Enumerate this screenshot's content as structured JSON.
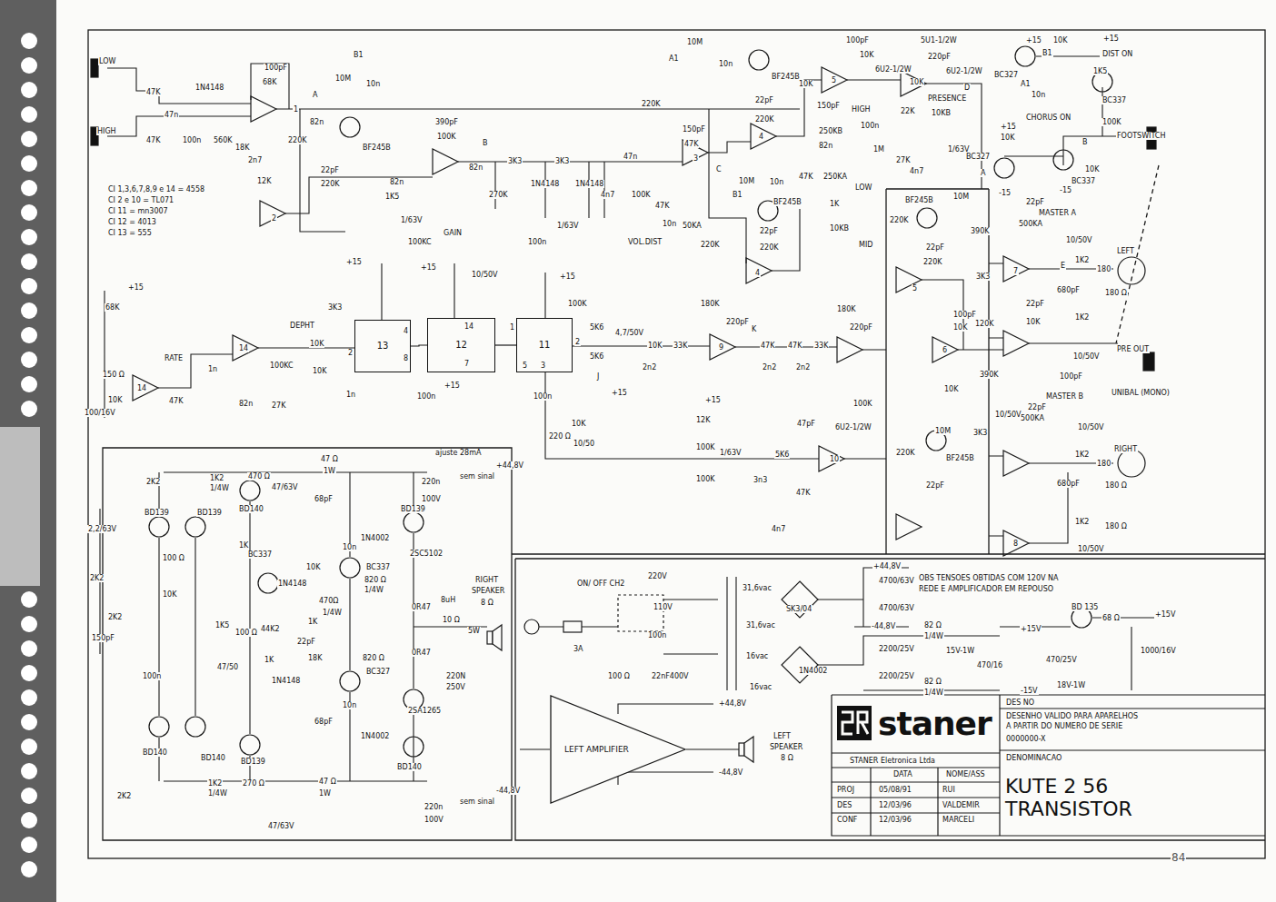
{
  "diagram": {
    "nodes": [
      {
        "text": [
          "13"
        ]
      },
      {
        "text": [
          "12"
        ]
      },
      {
        "text": [
          "11"
        ]
      },
      {
        "text": [
          "LEFT AMPLIFIER"
        ]
      },
      {
        "text": [
          "staner"
        ]
      },
      {
        "text": [
          "KUTE 2 56 TRANSISTOR"
        ]
      }
    ],
    "edges": [
      {
        "from": 0,
        "to": 1,
        "arrow": "none"
      },
      {
        "from": 1,
        "to": 2,
        "arrow": "none"
      }
    ],
    "labels": [
      "LOW",
      "HIGH",
      "47K",
      "47K",
      "47n",
      "1N4148",
      "100n",
      "560K",
      "18K",
      "2n7",
      "12K",
      "100pF",
      "68K",
      "1",
      "A",
      "B1",
      "10M",
      "10n",
      "82n",
      "BF245B",
      "220K",
      "22pF",
      "220K",
      "2",
      "CI 1,3,6,7,8,9 e 14 = 4558",
      "CI 2 e 10 = TL071",
      "CI 11 = mn3007",
      "CI 12 = 4013",
      "CI 13 = 555",
      "390pF",
      "100K",
      "B",
      "82n",
      "1K5",
      "82n",
      "1/63V",
      "100KC",
      "GAIN",
      "3K3",
      "3K3",
      "270K",
      "1N4148",
      "1N4148",
      "4n7",
      "100n",
      "1/63V",
      "47n",
      "220K",
      "150pF",
      "47K",
      "3",
      "C",
      "100K",
      "47K",
      "10n",
      "50KA",
      "VOL.DIST",
      "B1",
      "10M",
      "BF245B",
      "10n",
      "22pF",
      "220K",
      "4",
      "220K",
      "A1",
      "10M",
      "10n",
      "BF245B",
      "22pF",
      "220K",
      "4",
      "10K",
      "47K",
      "100pF",
      "10K",
      "5",
      "5U1-1/2W",
      "220pF",
      "6U2-1/2W",
      "6U2-1/2W",
      "10K",
      "D",
      "PRESENCE",
      "HIGH",
      "150pF",
      "250KB",
      "82n",
      "100n",
      "22K",
      "10KB",
      "1M",
      "27K",
      "4n7",
      "1/63V",
      "250KA",
      "LOW",
      "1K",
      "10KB",
      "MID",
      "+15",
      "10K",
      "BC327",
      "B1",
      "A1",
      "10n",
      "+15",
      "DIST ON",
      "1K5",
      "BC337",
      "CHORUS ON",
      "+15",
      "10K",
      "BC327",
      "A",
      "-15",
      "-15",
      "BC337",
      "10K",
      "B",
      "100K",
      "FOOTSWITCH",
      "BF245B",
      "10M",
      "220K",
      "22pF",
      "220K",
      "5",
      "390K",
      "22pF",
      "MASTER A",
      "500KA",
      "10/50V",
      "LEFT",
      "E",
      "1K2",
      "180",
      "7",
      "680pF",
      "180 Ω",
      "3K3",
      "1K2",
      "100pF",
      "10K",
      "6",
      "120K",
      "22pF",
      "10K",
      "10/50V",
      "PRE OUT",
      "UNIBAL (MONO)",
      "100pF",
      "390K",
      "10K",
      "10M",
      "BF245B",
      "220K",
      "22pF",
      "10/50V",
      "3K3",
      "22pF",
      "MASTER B",
      "500KA",
      "10/50V",
      "RIGHT",
      "1K2",
      "180",
      "680pF",
      "180 Ω",
      "1K2",
      "180 Ω",
      "10/50V",
      "8",
      "+15",
      "68K",
      "DEPHT",
      "+15",
      "3K3",
      "10K",
      "10K",
      "RATE",
      "14",
      "14",
      "150 Ω",
      "100/16V",
      "10K",
      "47K",
      "27K",
      "82n",
      "1n",
      "100KC",
      "1n",
      "10/50V",
      "+15",
      "+15",
      "100K",
      "5K6",
      "5K6",
      "4,7/50V",
      "J",
      "10K",
      "33K",
      "180K",
      "220pF",
      "K",
      "2n2",
      "9",
      "47K",
      "47K",
      "33K",
      "2n2",
      "2n2",
      "180K",
      "220pF",
      "100n",
      "+15",
      "100n",
      "+15",
      "220 Ω",
      "10/50",
      "10K",
      "+15",
      "12K",
      "100K",
      "100K",
      "1/63V",
      "5K6",
      "3n3",
      "47pF",
      "6U2-1/2W",
      "10",
      "47K",
      "4n7",
      "100K",
      "47 Ω",
      "1W",
      "ajuste 28mA",
      "+44,8V",
      "sem sinal",
      "220n",
      "100V",
      "2K2",
      "1K2",
      "1/4W",
      "470 Ω",
      "47/63V",
      "BD139",
      "BD139",
      "BD140",
      "2,2/63V",
      "68pF",
      "BD139",
      "1N4002",
      "2SC5102",
      "100 Ω",
      "10K",
      "BC337",
      "1N4148",
      "10n",
      "10K",
      "BC337",
      "820 Ω",
      "1/4W",
      "470Ω",
      "1/4W",
      "2K2",
      "2K2",
      "150pF",
      "44K2",
      "1K",
      "22pF",
      "1K",
      "1K5",
      "100 Ω",
      "47/50",
      "1K",
      "0R47",
      "0R47",
      "8uH",
      "10 Ω",
      "5W",
      "220N",
      "250V",
      "RIGHT",
      "SPEAKER",
      "8 Ω",
      "BC327",
      "820 Ω",
      "18K",
      "1N4148",
      "10n",
      "1N4002",
      "2SA1265",
      "BD140",
      "BD140",
      "BD140",
      "BD139",
      "2K2",
      "1K2",
      "1/4W",
      "270 Ω",
      "47 Ω",
      "1W",
      "-44,8V",
      "sem sinal",
      "68pF",
      "220n",
      "100V",
      "47/63V",
      "100n",
      "ON/ OFF CH2",
      "220V",
      "110V",
      "3A",
      "100n",
      "100 Ω",
      "22nF400V",
      "31,6vac",
      "31,6vac",
      "16vac",
      "16vac",
      "SK3/04",
      "1N4002",
      "+44,8V",
      "4700/63V",
      "4700/63V",
      "-44,8V",
      "OBS TENSOES OBTIDAS COM 120V NA",
      "REDE E AMPLIFICADOR EM REPOUSO",
      "82 Ω",
      "1/4W",
      "+15V",
      "BD 135",
      "68 Ω",
      "+15V",
      "2200/25V",
      "2200/25V",
      "15V-1W",
      "470/16",
      "470/25V",
      "18V-1W",
      "1000/16V",
      "-15V",
      "82 Ω",
      "1/4W",
      "+44,8V",
      "-44,8V",
      "LEFT",
      "SPEAKER",
      "8 Ω",
      "DES NO",
      "DESENHO VALIDO PARA APARELHOS",
      "A PARTIR DO NUMERO DE SERIE",
      "0000000-X",
      "STANER Eletronica Ltda",
      "DENOMINACAO",
      "DATA",
      "NOME/ASS",
      "PROJ",
      "05/08/91",
      "RUI",
      "DES",
      "12/03/96",
      "VALDEMIR",
      "CONF",
      "12/03/96",
      "MARCELI",
      "84",
      "4",
      "8",
      "2",
      "14",
      "7",
      "1",
      "5",
      "3",
      "2"
    ]
  }
}
